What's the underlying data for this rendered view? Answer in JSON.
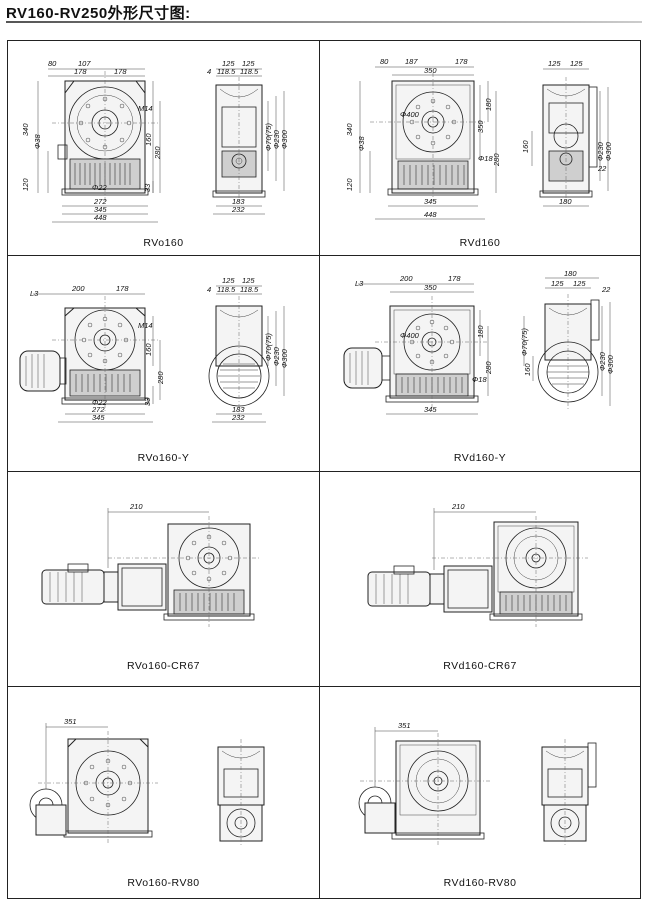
{
  "title": "RV160-RV250外形尺寸图:",
  "panels": [
    {
      "caption": "RVo160",
      "dims": {
        "d80": "80",
        "d107": "107",
        "d178a": "178",
        "d178b": "178",
        "m14": "M14",
        "d340": "340",
        "d38": "Φ38",
        "d120": "120",
        "d160": "160",
        "d280": "280",
        "d22": "Φ22",
        "d33": "33",
        "d272": "272",
        "d345": "345",
        "d448": "448",
        "s125a": "125",
        "s125b": "125",
        "s4": "4",
        "s1185a": "118.5",
        "s1185b": "118.5",
        "s70": "Φ70(75)",
        "s230": "Φ230",
        "s300": "Φ300",
        "s183": "183",
        "s232": "232"
      }
    },
    {
      "caption": "RVd160",
      "dims": {
        "d80": "80",
        "d187": "187",
        "d178": "178",
        "d350": "350",
        "d340": "340",
        "d350v": "350",
        "d180": "180",
        "d38": "Φ38",
        "d120": "120",
        "d280": "280",
        "d18": "Φ18",
        "d345": "345",
        "d448": "448",
        "d400": "Φ400",
        "s125a": "125",
        "s125b": "125",
        "s160": "160",
        "s230": "Φ230",
        "s300": "Φ300",
        "s22": "22",
        "s180": "180"
      }
    },
    {
      "caption": "RVo160-Y",
      "dims": {
        "L3": "L3",
        "d200": "200",
        "d178": "178",
        "m14": "M14",
        "d160": "160",
        "d280": "280",
        "d22": "Φ22",
        "d33": "33",
        "d272": "272",
        "d345": "345",
        "s125a": "125",
        "s125b": "125",
        "s4": "4",
        "s1185a": "118.5",
        "s1185b": "118.5",
        "s70": "Φ70(75)",
        "s230": "Φ230",
        "s300": "Φ300",
        "s183": "183",
        "s232": "232"
      }
    },
    {
      "caption": "RVd160-Y",
      "dims": {
        "L3": "L3",
        "d200": "200",
        "d178": "178",
        "d350": "350",
        "d180": "180",
        "d280": "280",
        "d18": "Φ18",
        "d345": "345",
        "d400": "Φ400",
        "s180": "180",
        "s125a": "125",
        "s125b": "125",
        "s22": "22",
        "s70": "Φ70(75)",
        "s160": "160",
        "s230": "Φ230",
        "s300": "Φ300"
      }
    },
    {
      "caption": "RVo160-CR67",
      "dims": {
        "d210": "210"
      }
    },
    {
      "caption": "RVd160-CR67",
      "dims": {
        "d210": "210"
      }
    },
    {
      "caption": "RVo160-RV80",
      "dims": {
        "d351": "351"
      }
    },
    {
      "caption": "RVd160-RV80",
      "dims": {
        "d351": "351"
      }
    }
  ]
}
